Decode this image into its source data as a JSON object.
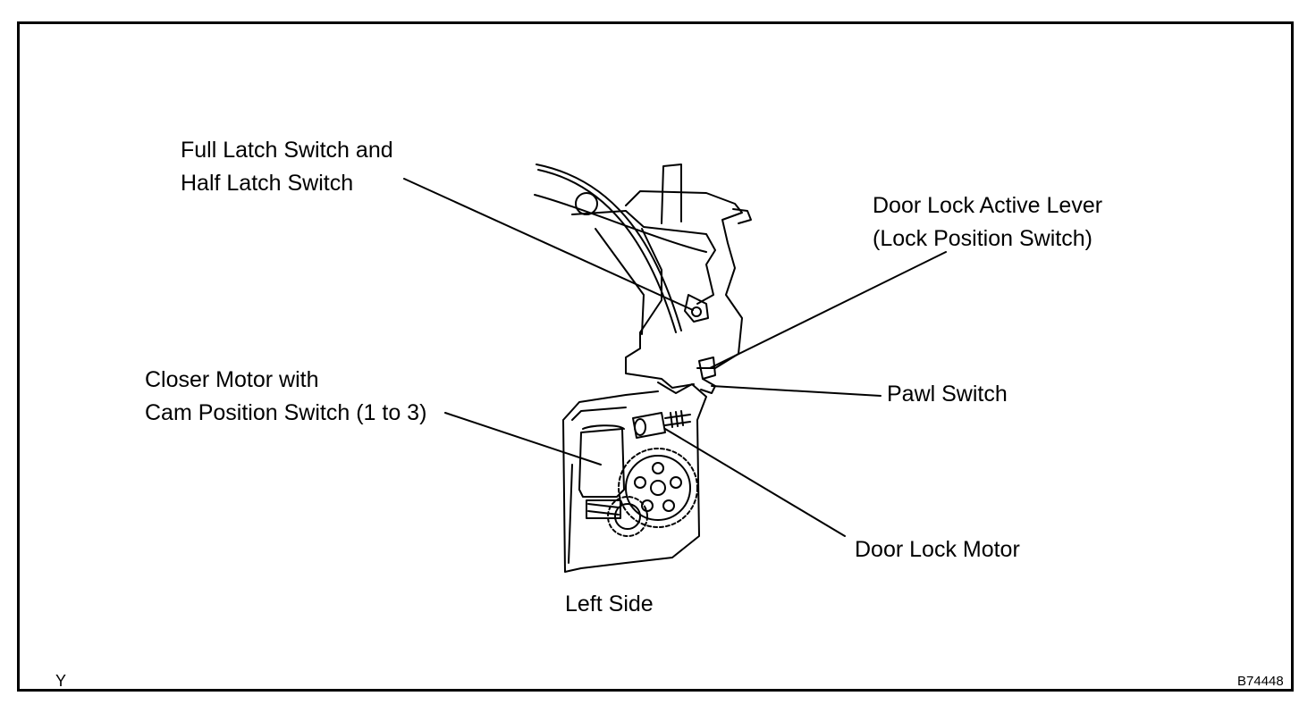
{
  "figure": {
    "view_label": "Left Side",
    "code_left": "Y",
    "code_right": "B74448"
  },
  "callouts": [
    {
      "id": "full-latch",
      "lines": [
        "Full Latch Switch and",
        "Half Latch Switch"
      ]
    },
    {
      "id": "door-lock-active-lever",
      "lines": [
        "Door Lock Active Lever",
        "(Lock Position Switch)"
      ]
    },
    {
      "id": "closer-motor",
      "lines": [
        "Closer Motor with",
        "Cam Position Switch (1 to 3)"
      ]
    },
    {
      "id": "pawl-switch",
      "lines": [
        "Pawl Switch"
      ]
    },
    {
      "id": "door-lock-motor",
      "lines": [
        "Door Lock Motor"
      ]
    }
  ]
}
